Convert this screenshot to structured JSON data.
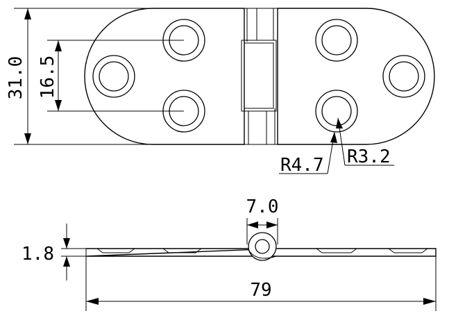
{
  "dimensions": {
    "height_overall": "31.0",
    "hole_spacing": "16.5",
    "outer_radius": "R4.7",
    "inner_radius": "R3.2",
    "knuckle_diameter": "7.0",
    "thickness": "1.8",
    "length_overall": "79"
  },
  "colors": {
    "line": "#000000",
    "background": "#ffffff"
  }
}
